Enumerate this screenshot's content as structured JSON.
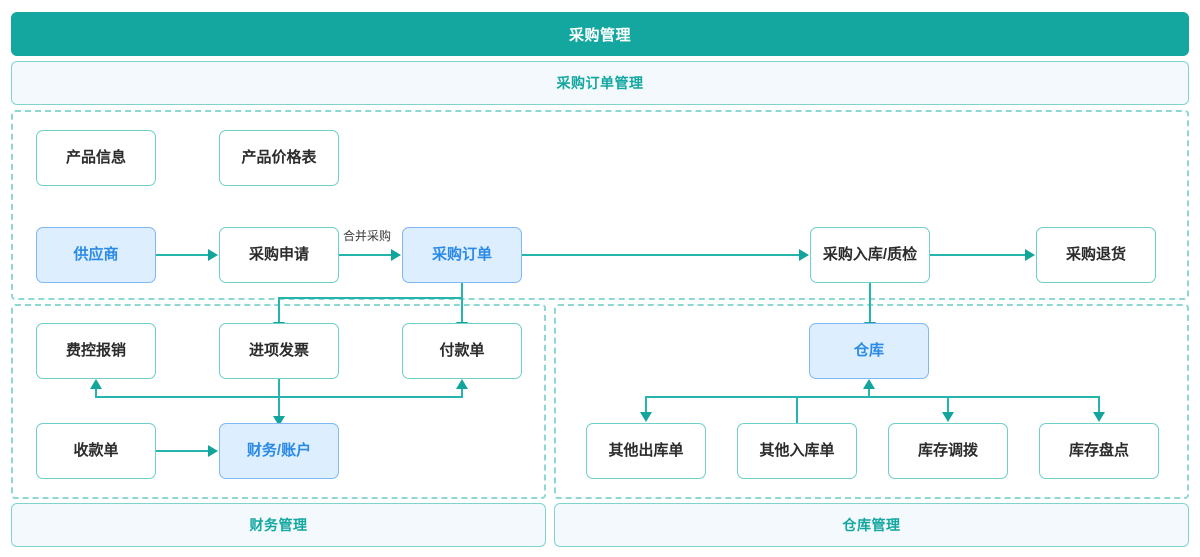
{
  "banners": {
    "main": "采购管理",
    "sub": "采购订单管理",
    "finance": "财务管理",
    "warehouse": "仓库管理"
  },
  "colors": {
    "brand_teal": "#14a7a0",
    "line_teal": "#25b5ac",
    "node_border": "#6fcfc9",
    "highlight_bg": "#ddeeff",
    "highlight_border": "#7fb8f5",
    "highlight_text": "#2b8ae6",
    "group_dash": "#8ed8d4",
    "banner_sub_bg": "#f3f9fd"
  },
  "purchase_group": {
    "nodes": [
      {
        "id": "product-info",
        "label": "产品信息",
        "style": "plain"
      },
      {
        "id": "product-price",
        "label": "产品价格表",
        "style": "plain"
      },
      {
        "id": "supplier",
        "label": "供应商",
        "style": "highlight"
      },
      {
        "id": "purchase-request",
        "label": "采购申请",
        "style": "plain"
      },
      {
        "id": "purchase-order",
        "label": "采购订单",
        "style": "highlight"
      },
      {
        "id": "purchase-inbound",
        "label": "采购入库/质检",
        "style": "plain"
      },
      {
        "id": "purchase-return",
        "label": "采购退货",
        "style": "plain"
      }
    ],
    "edge_labels": [
      {
        "id": "merge-purchase",
        "label": "合并采购"
      }
    ]
  },
  "finance_group": {
    "nodes": [
      {
        "id": "expense-reimbursement",
        "label": "费控报销",
        "style": "plain"
      },
      {
        "id": "input-invoice",
        "label": "进项发票",
        "style": "plain"
      },
      {
        "id": "payment-voucher",
        "label": "付款单",
        "style": "plain"
      },
      {
        "id": "receipt-voucher",
        "label": "收款单",
        "style": "plain"
      },
      {
        "id": "finance-account",
        "label": "财务/账户",
        "style": "highlight"
      }
    ]
  },
  "warehouse_group": {
    "nodes": [
      {
        "id": "warehouse",
        "label": "仓库",
        "style": "highlight"
      },
      {
        "id": "other-outbound",
        "label": "其他出库单",
        "style": "plain"
      },
      {
        "id": "other-inbound",
        "label": "其他入库单",
        "style": "plain"
      },
      {
        "id": "stock-transfer",
        "label": "库存调拨",
        "style": "plain"
      },
      {
        "id": "stock-count",
        "label": "库存盘点",
        "style": "plain"
      }
    ]
  }
}
